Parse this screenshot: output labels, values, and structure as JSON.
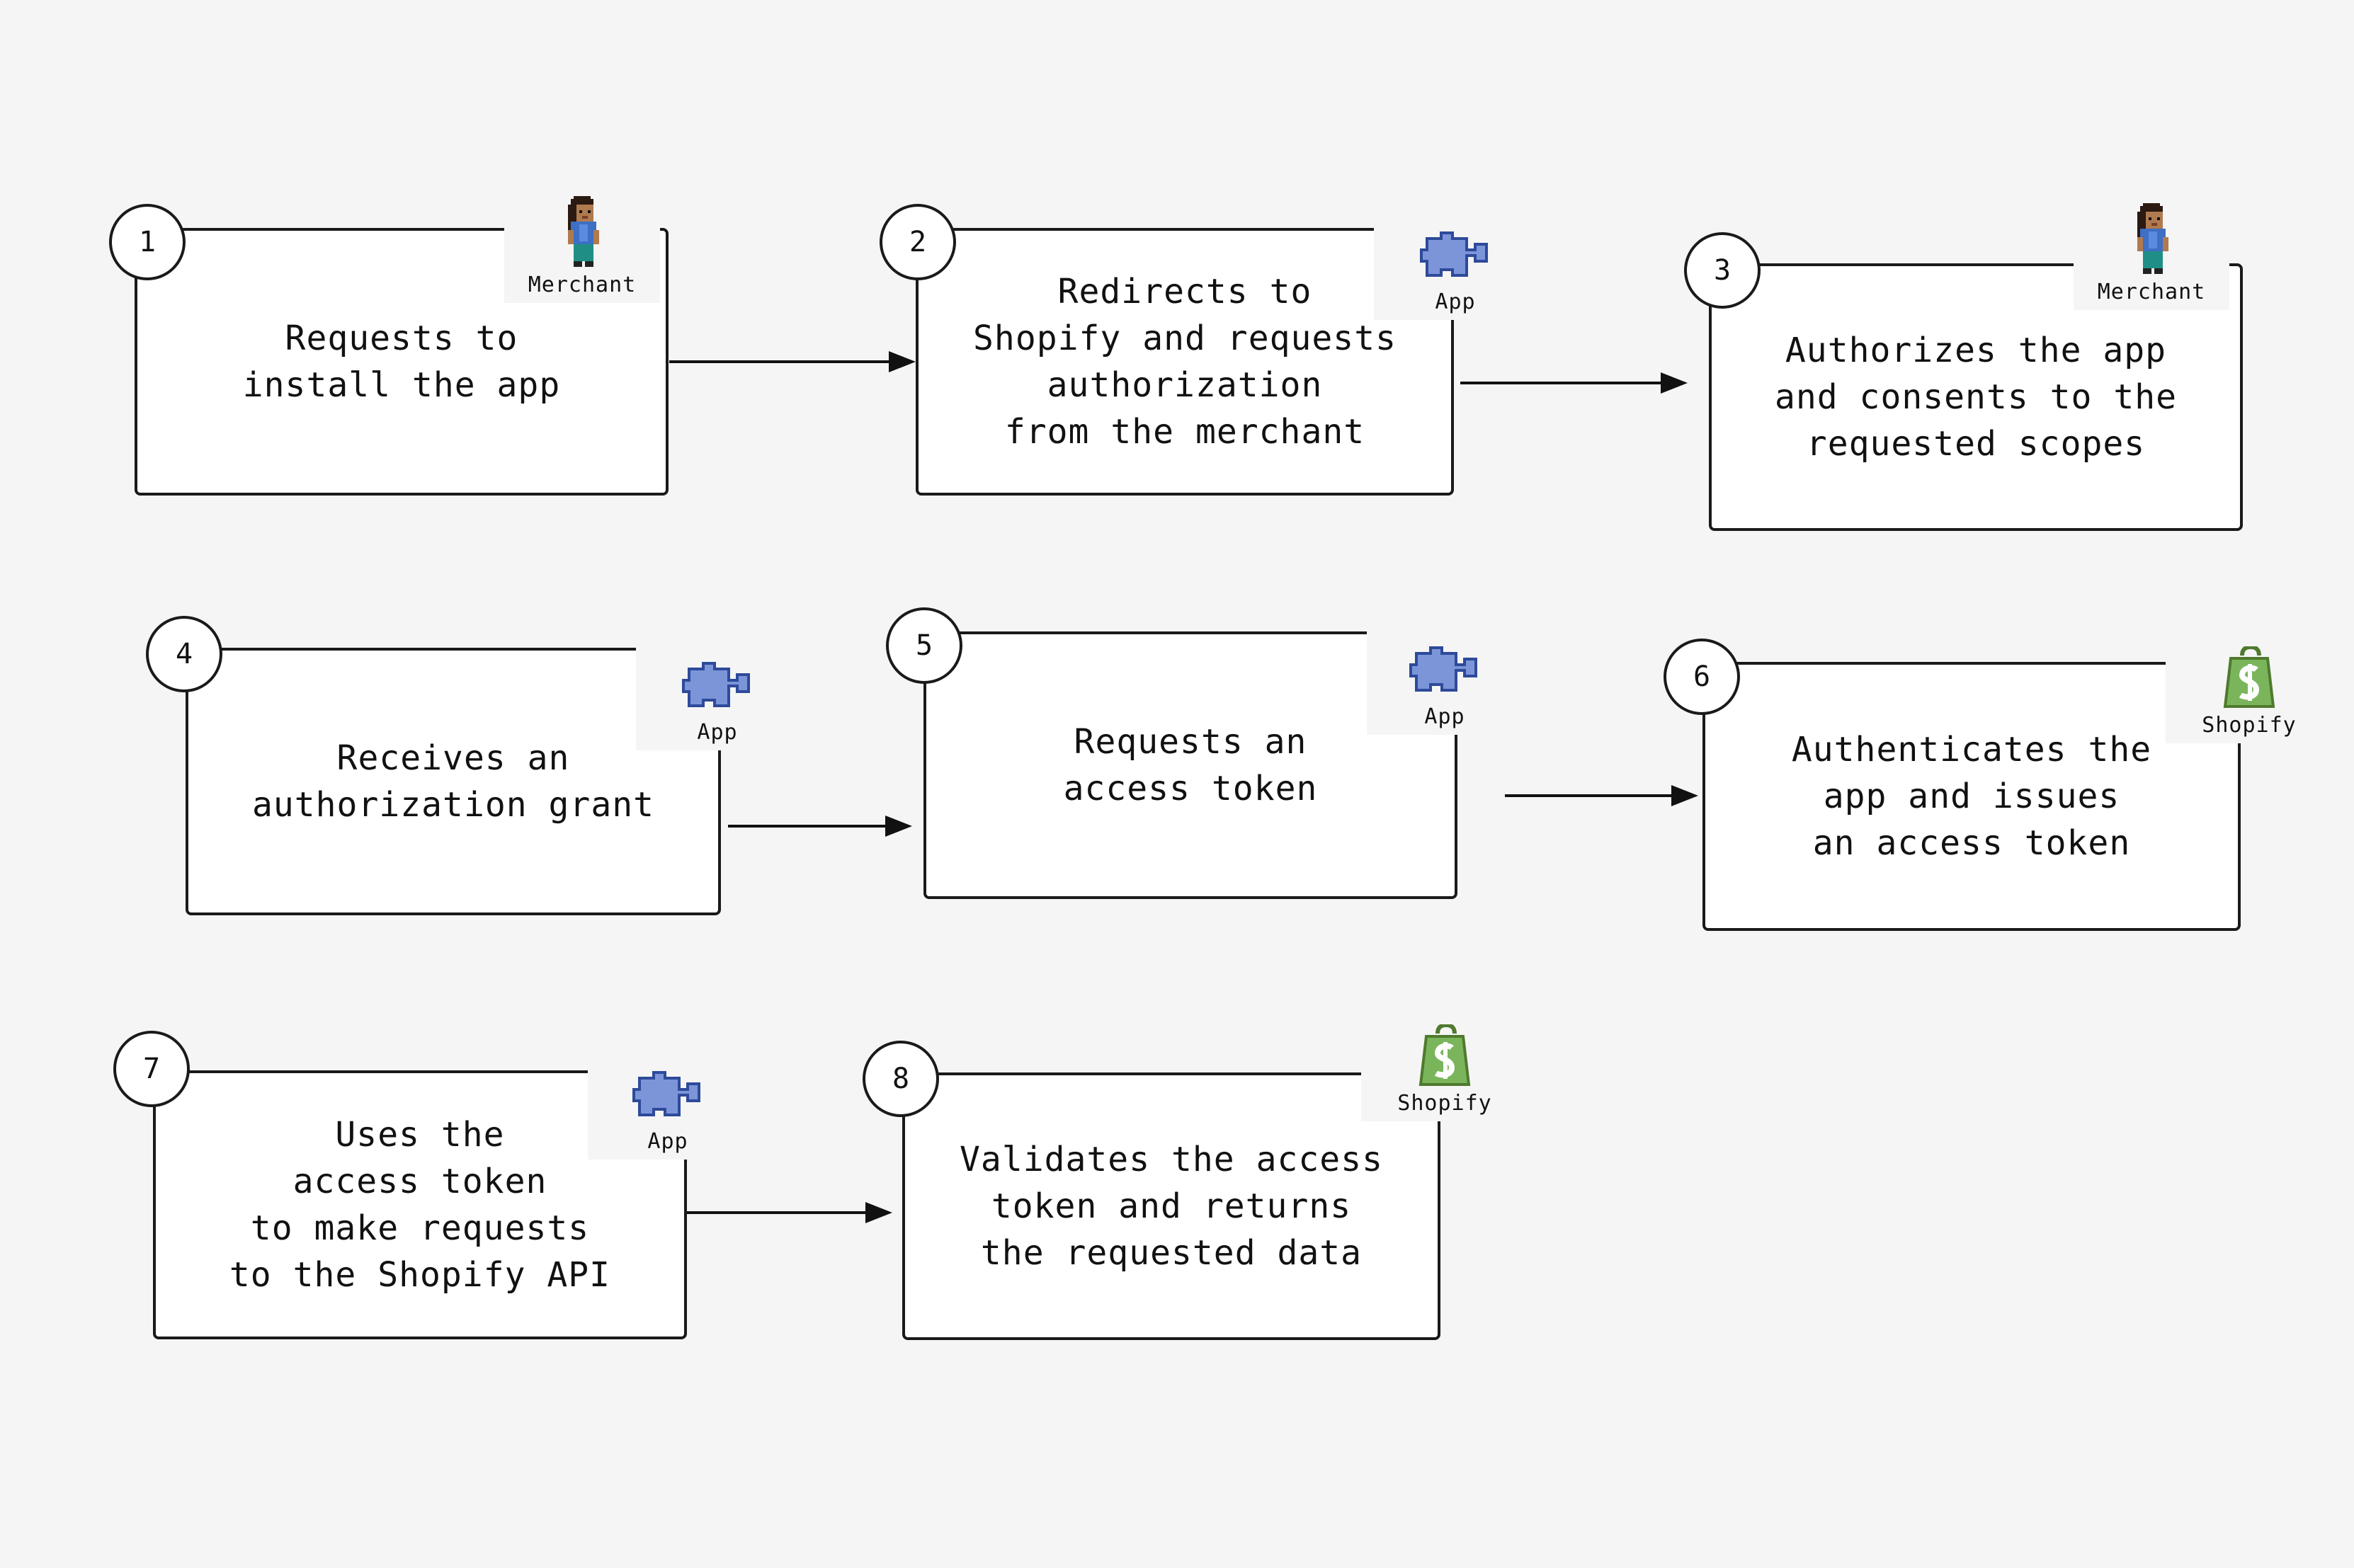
{
  "steps": [
    {
      "number": "1",
      "text": "Requests to\ninstall the app",
      "actor": "Merchant",
      "icon": "merchant-icon"
    },
    {
      "number": "2",
      "text": "Redirects to\nShopify and requests\nauthorization\nfrom the merchant",
      "actor": "App",
      "icon": "puzzle-piece-icon"
    },
    {
      "number": "3",
      "text": "Authorizes the app\nand consents to the\nrequested scopes",
      "actor": "Merchant",
      "icon": "merchant-icon"
    },
    {
      "number": "4",
      "text": "Receives an\nauthorization grant",
      "actor": "App",
      "icon": "puzzle-piece-icon"
    },
    {
      "number": "5",
      "text": "Requests an\naccess token",
      "actor": "App",
      "icon": "puzzle-piece-icon"
    },
    {
      "number": "6",
      "text": "Authenticates the\napp and issues\nan access token",
      "actor": "Shopify",
      "icon": "shopify-bag-icon"
    },
    {
      "number": "7",
      "text": "Uses the\naccess token\nto make requests\nto the Shopify API",
      "actor": "App",
      "icon": "puzzle-piece-icon"
    },
    {
      "number": "8",
      "text": "Validates the access\ntoken and returns\nthe requested data",
      "actor": "Shopify",
      "icon": "shopify-bag-icon"
    }
  ],
  "colors": {
    "background": "#f5f5f5",
    "box_border": "#1a1a1a",
    "puzzle": "#7c95d9",
    "shopify_green": "#7ab55c"
  }
}
